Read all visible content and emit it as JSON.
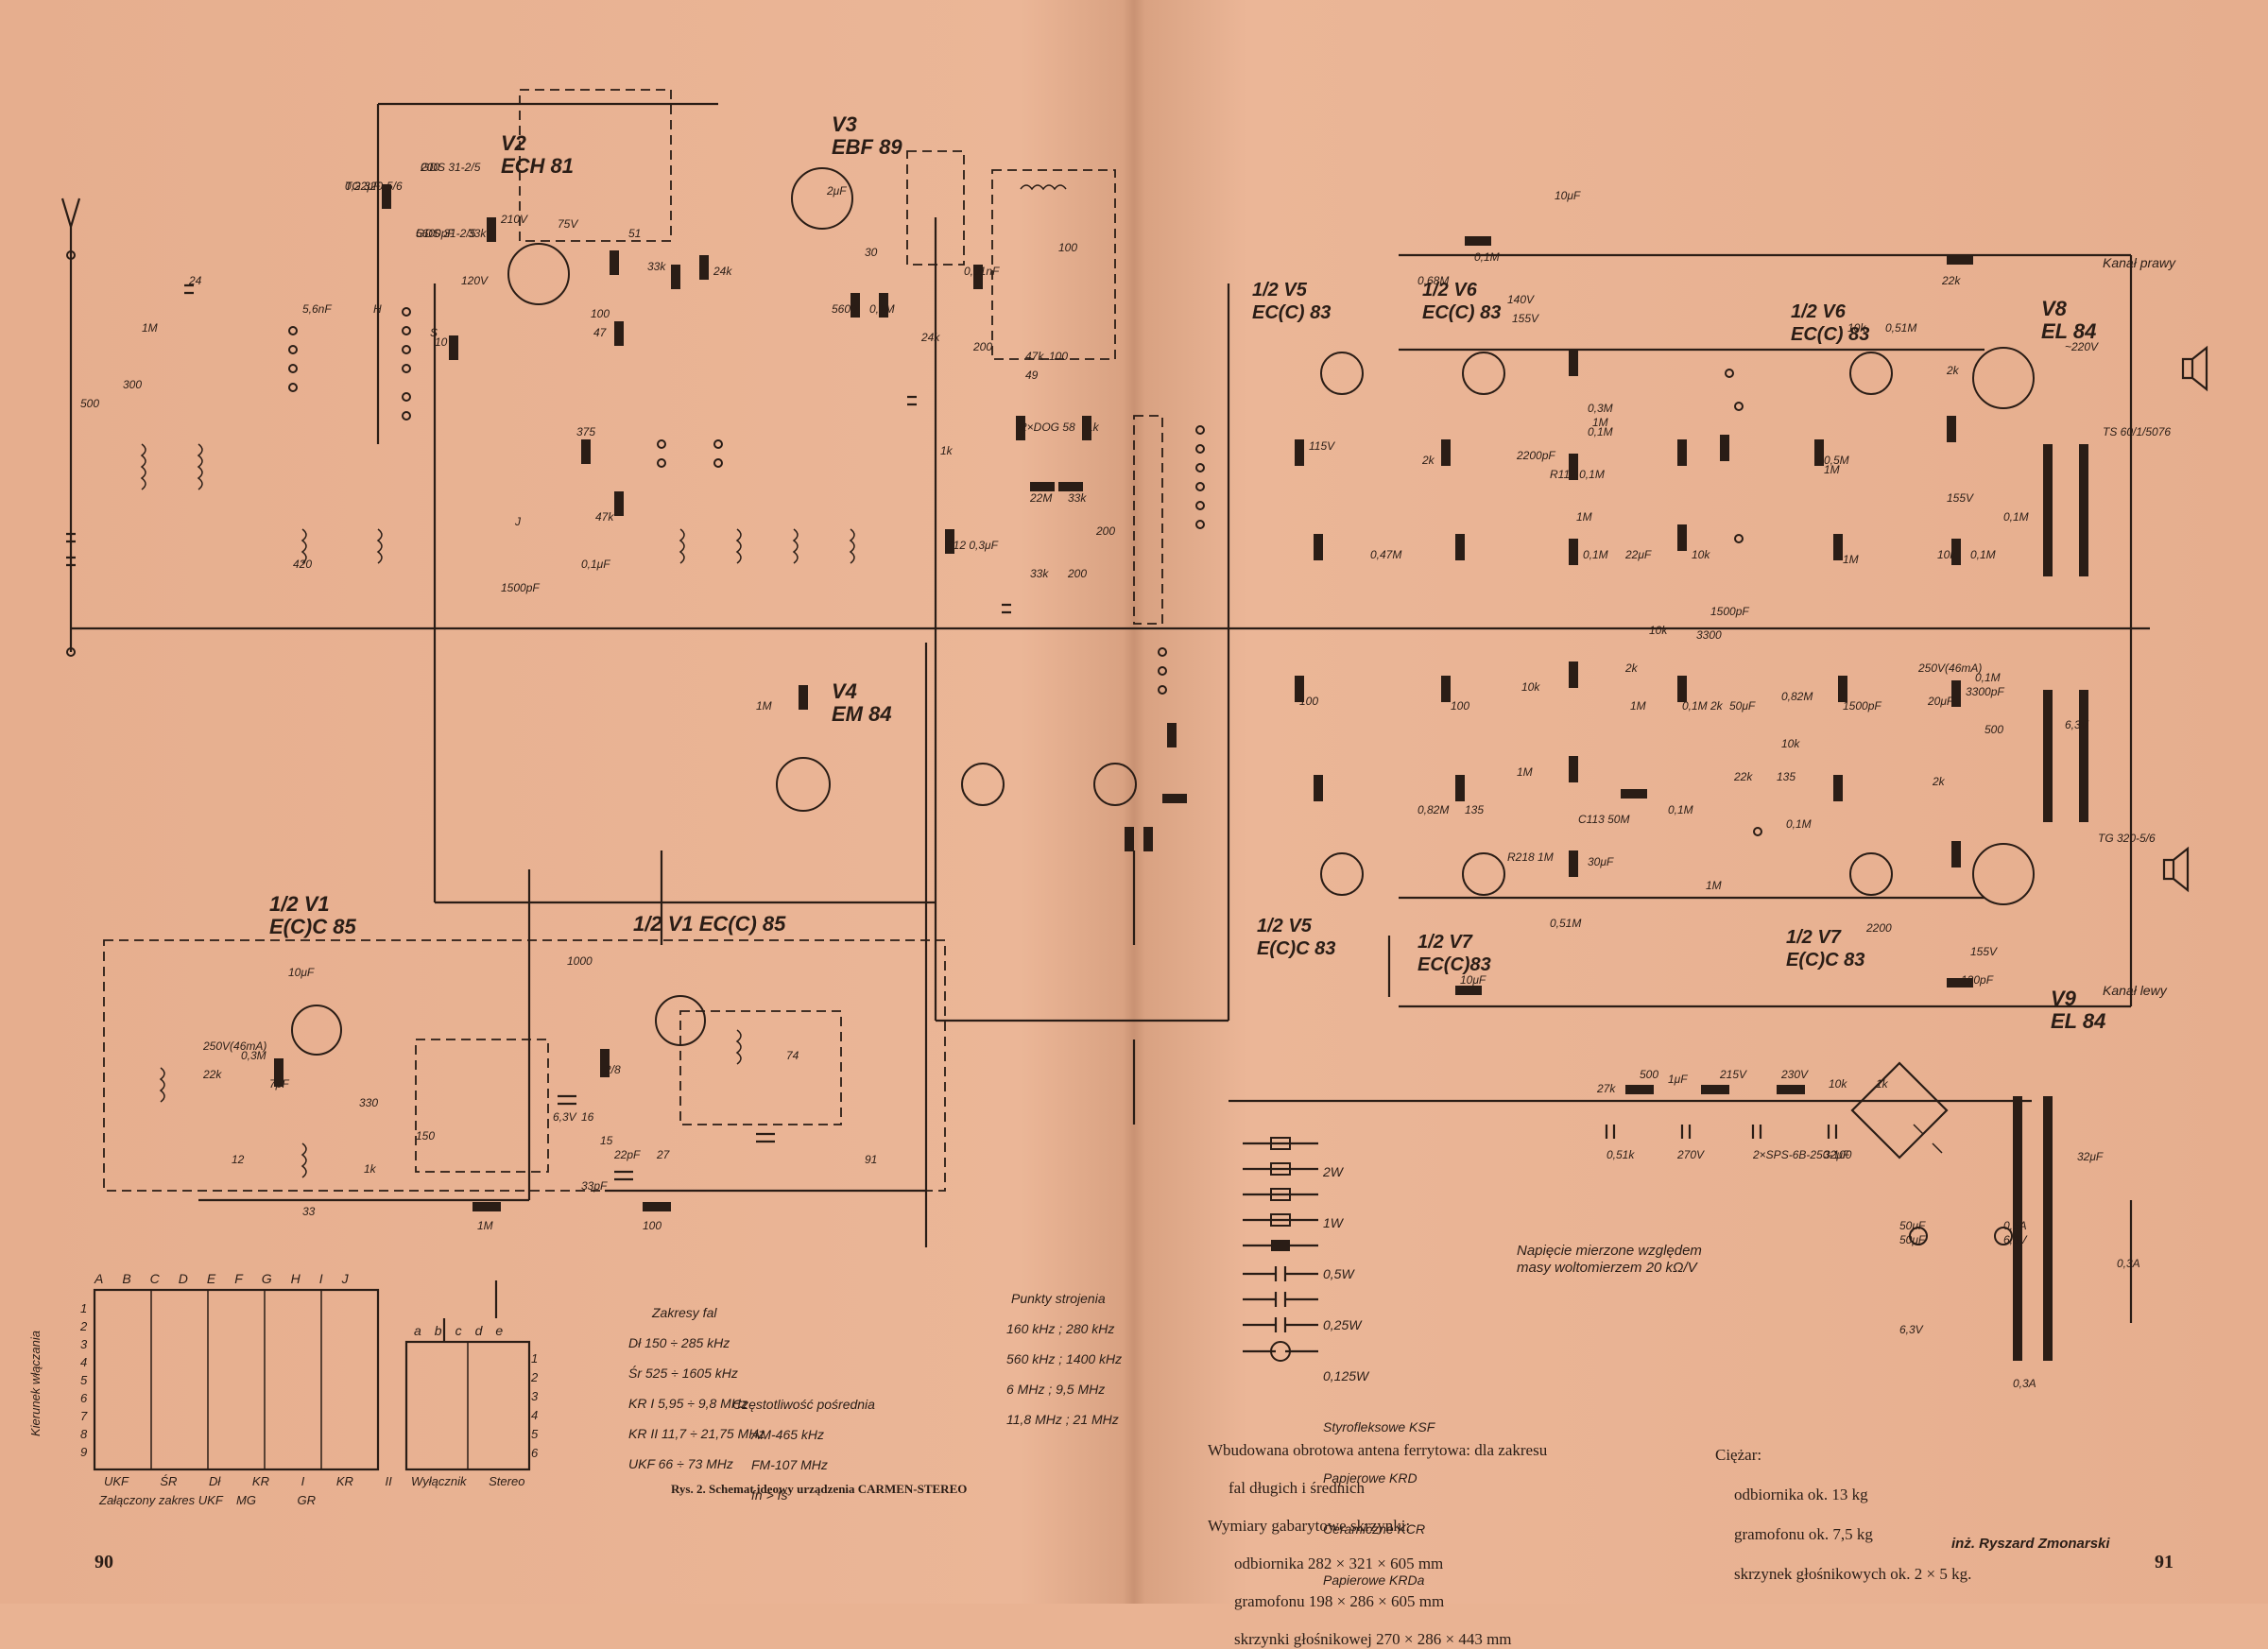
{
  "page_numbers": {
    "left": "90",
    "right": "91"
  },
  "figure": {
    "caption": "Rys. 2. Schemat ideowy urządzenia CARMEN-STEREO",
    "author": "inż. Ryszard Zmonarski"
  },
  "tube_labels": [
    {
      "id": "V1a",
      "lines": [
        "1/2 V1",
        "E(C)C 85"
      ]
    },
    {
      "id": "V1b",
      "lines": [
        "1/2 V1 EC(C) 85"
      ]
    },
    {
      "id": "V2",
      "lines": [
        "V2",
        "ECH 81"
      ]
    },
    {
      "id": "V3",
      "lines": [
        "V3",
        "EBF 89"
      ]
    },
    {
      "id": "V4",
      "lines": [
        "V4",
        "EM 84"
      ]
    },
    {
      "id": "V5a",
      "lines": [
        "1/2 V5",
        "EC(C) 83"
      ]
    },
    {
      "id": "V6a",
      "lines": [
        "1/2 V6",
        "EC(C) 83"
      ]
    },
    {
      "id": "V6b",
      "lines": [
        "1/2 V6",
        "E(C)C 83"
      ]
    },
    {
      "id": "V8",
      "lines": [
        "V8",
        "EL 84"
      ]
    },
    {
      "id": "V5b",
      "lines": [
        "1/2 V5",
        "E(C)C 83"
      ]
    },
    {
      "id": "V7a",
      "lines": [
        "1/2 V7",
        "EC(C)83"
      ]
    },
    {
      "id": "V7b",
      "lines": [
        "1/2 V7",
        "E(C)C 83"
      ]
    },
    {
      "id": "V9",
      "lines": [
        "V9",
        "EL 84"
      ]
    }
  ],
  "component_labels": [
    "0,22μF",
    "200",
    "5600pF",
    "33k",
    "120V",
    "210V",
    "75V",
    "51",
    "33k",
    "24k",
    "100",
    "47",
    "S",
    "10",
    "1M",
    "300",
    "500",
    "24",
    "5,6nF",
    "H",
    "J",
    "1500pF",
    "0,1μF",
    "375",
    "47k",
    "420",
    "30",
    "5600",
    "0,1M",
    "24k",
    "0,01nF",
    "200",
    "47k",
    "100",
    "100",
    "49",
    "2×DOG 58",
    "1k",
    "1k",
    "R12 0,3μF",
    "22M",
    "33k",
    "33k",
    "200",
    "200",
    "2μF",
    "1M",
    "115V",
    "0,47M",
    "2k",
    "0,1M",
    "0,68M",
    "10μF",
    "140V",
    "155V",
    "0,3M",
    "0,1M",
    "2200pF",
    "R112 0,1M",
    "1M",
    "0,1M",
    "22μF",
    "10k",
    "1500pF",
    "10k",
    "3300",
    "0,5M",
    "1M",
    "10k",
    "0,51M",
    "2k",
    "155V",
    "10k",
    "0,1M",
    "0,1M",
    "22k",
    "250V(46mA)",
    "20μF",
    "0,82M",
    "135",
    "50μF",
    "22k",
    "1M",
    "1M",
    "1M",
    "100",
    "100",
    "10k",
    "1M",
    "2k",
    "0,1M",
    "2k",
    "10k",
    "1500pF",
    "3300pF",
    "500",
    "2k",
    "0,1M",
    "0,82M",
    "135",
    "C113 50M",
    "30μF",
    "0,1M",
    "0,1M",
    "2200",
    "1M",
    "R218 1M",
    "0,51M",
    "155V",
    "120pF",
    "10μF",
    "10μF",
    "250V(46mA)",
    "22k",
    "0,3M",
    "7pF",
    "12",
    "33",
    "330",
    "150",
    "1000",
    "6,3V",
    "16",
    "15",
    "22pF",
    "27",
    "2/8",
    "74",
    "91",
    "1M",
    "100",
    "33pF",
    "1k",
    "27k",
    "1μF",
    "500",
    "215V",
    "230V",
    "10k",
    "1k",
    "0,51k",
    "270V",
    "2×SPS-6B-250-100",
    "32μF",
    "32μF",
    "50μF",
    "50μF",
    "0,6A",
    "6,3V",
    "0,3A",
    "6,3V",
    "0,3A",
    "~220V",
    "6,3V",
    "TS 60/1/5076",
    "TG 320-5/6",
    "TG 320-5/6",
    "GDS 31-2/5",
    "GDS 31-2/5"
  ],
  "channel_labels": {
    "right": "Kanał prawy",
    "left": "Kanał lewy"
  },
  "legend": {
    "items": [
      "2W",
      "1W",
      "0,5W",
      "0,25W",
      "0,125W",
      "Styrofleksowe KSF",
      "Papierowe KRD",
      "Ceramiczne KCR",
      "Papierowe KRDa"
    ]
  },
  "voltage_note": "Napięcie mierzone względem\nmasy woltomierzem 20 kΩ/V",
  "ranges": {
    "title": "Zakresy fal",
    "lines": [
      "Dł 150 ÷ 285 kHz",
      "Śr 525 ÷ 1605 kHz",
      "KR I 5,95 ÷ 9,8 MHz",
      "KR II 11,7 ÷ 21,75 MHz",
      "UKF 66 ÷ 73 MHz"
    ]
  },
  "tuning_points": {
    "title": "Punkty strojenia",
    "lines": [
      "160 kHz ; 280 kHz",
      "560 kHz ; 1400 kHz",
      "6 MHz ; 9,5 MHz",
      "11,8 MHz ; 21 MHz"
    ]
  },
  "if_freq": {
    "title": "Częstotliwość pośrednia",
    "lines": [
      "AM-465 kHz",
      "FM-107 MHz",
      "fn > fs"
    ]
  },
  "switch_table": {
    "columns": [
      "A",
      "B",
      "C",
      "D",
      "E",
      "F",
      "G",
      "H",
      "I",
      "J"
    ],
    "rows": [
      "1",
      "2",
      "3",
      "4",
      "5",
      "6",
      "7",
      "8",
      "9"
    ],
    "side_label": "Kierunek włączania",
    "group_labels": [
      "UKF",
      "ŚR",
      "Dł",
      "KR I",
      "KR II"
    ],
    "group_labels2": [
      "MG",
      "GR"
    ],
    "footer": "Załączony zakres UKF",
    "switch2_cols": [
      "a",
      "b",
      "c",
      "d",
      "e"
    ],
    "switch2_rows": [
      "1",
      "2",
      "3",
      "4",
      "5",
      "6"
    ],
    "switch2_footer": [
      "Wyłącznik",
      "Stereo"
    ]
  },
  "specs": {
    "line1": "Wbudowana obrotowa antena ferrytowa: dla zakresu",
    "line2": "fal długich i średnich",
    "dims_title": "Wymiary gabarytowe skrzynki:",
    "dims": [
      "odbiornika 282 × 321 × 605 mm",
      "gramofonu 198 × 286 × 605 mm",
      "skrzynki głośnikowej 270 × 286 × 443 mm"
    ],
    "weight_title": "Ciężar:",
    "weights": [
      "odbiornika ok. 13 kg",
      "gramofonu ok. 7,5 kg",
      "skrzynek głośnikowych ok. 2 × 5 kg."
    ]
  }
}
